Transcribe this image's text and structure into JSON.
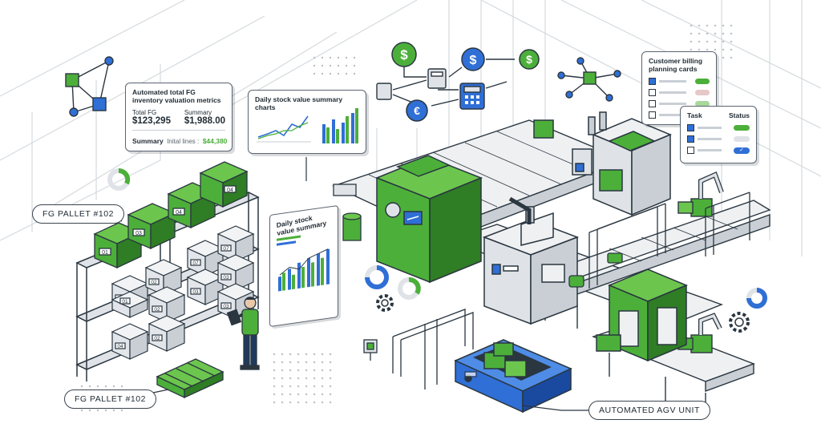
{
  "inventory_card": {
    "title": "Automated total FG inventory valuation metrics",
    "total_label": "Total FG",
    "total_value": "$123,295",
    "summary_label": "Summary",
    "summary_value": "$1,988.00",
    "footer_label": "Summary",
    "footer_sub": "Inital lines :",
    "footer_value": "$44,380"
  },
  "daily_chart_card": {
    "title": "Daily stock value summary charts"
  },
  "rack_screen": {
    "title": "Daily stock value summary"
  },
  "billing_card": {
    "title": "Customer billing planning cards"
  },
  "task_card": {
    "task_label": "Task",
    "status_label": "Status"
  },
  "labels": {
    "pallet_top": "FG PALLET #102",
    "pallet_bottom": "FG PALLET #102",
    "agv": "AUTOMATED AGV UNIT"
  },
  "boxes": {
    "row1": [
      "01",
      "03",
      "04",
      "04"
    ],
    "row2": [
      "02",
      "02",
      "07",
      "07"
    ],
    "row3": [
      "01",
      "02",
      "03",
      "03"
    ],
    "row4": [
      "04",
      "02",
      "03"
    ]
  },
  "currency_icons": [
    "$",
    "$",
    "$",
    "€"
  ],
  "colors": {
    "green": "#4caf3a",
    "green_dark": "#2f7d25",
    "blue": "#2f6fd6",
    "blue_dark": "#1a4aa0",
    "line": "#2a3640",
    "gray": "#dfe3e7"
  }
}
